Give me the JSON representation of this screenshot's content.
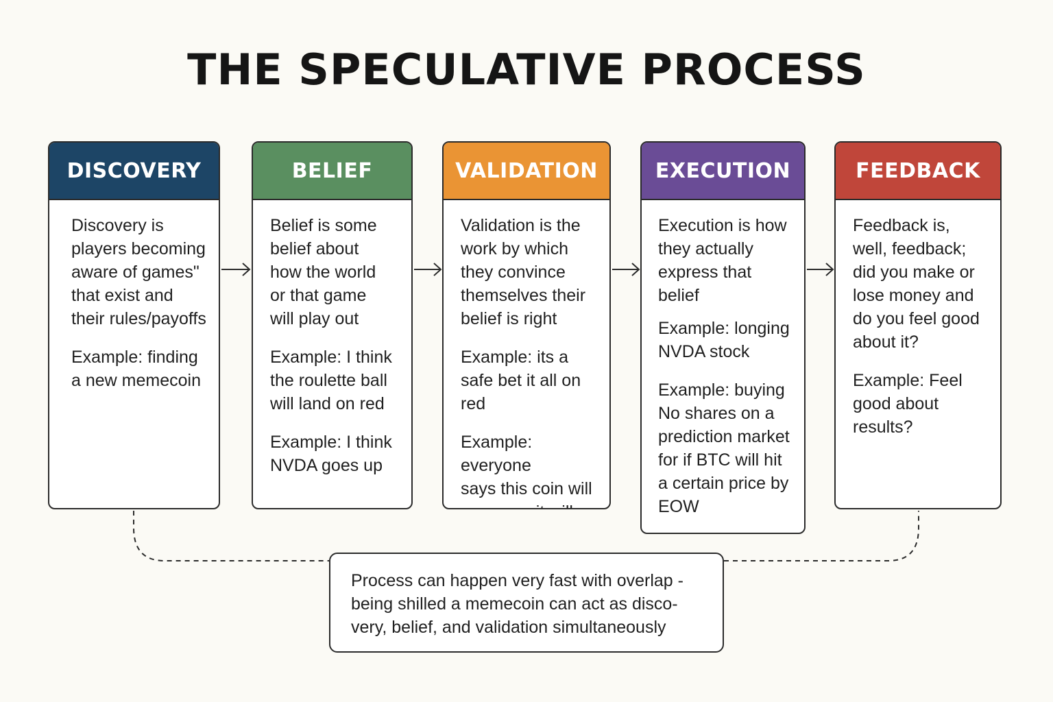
{
  "title": "THE SPECULATIVE PROCESS",
  "stages": [
    {
      "name": "DISCOVERY",
      "color": "#1d4566",
      "text": [
        "Discovery is",
        "players becoming",
        "aware of games\"",
        "that exist and",
        "their rules/payoffs"
      ],
      "examples": [
        [
          "Example: finding",
          "a new memecoin"
        ]
      ]
    },
    {
      "name": "BELIEF",
      "color": "#5a8f60",
      "text": [
        "Belief is some",
        "belief about",
        "how the world",
        "or that game",
        "will play out"
      ],
      "examples": [
        [
          "Example: I think",
          "the roulette ball",
          "will land on red"
        ],
        [
          "Example: I think",
          "NVDA goes up"
        ]
      ]
    },
    {
      "name": "VALIDATION",
      "color": "#ea9434",
      "text": [
        "Validation is the",
        "work by which",
        "they convince",
        "themselves their",
        "belief is right"
      ],
      "examples": [
        [
          "Example: its a",
          "safe bet it all on",
          "red"
        ],
        [
          "Example: everyone",
          "says this coin will",
          "go up, so it will"
        ]
      ]
    },
    {
      "name": "EXECUTION",
      "color": "#6a4c96",
      "text": [
        "Execution is how",
        "they actually",
        "express that",
        "belief"
      ],
      "examples": [
        [
          "Example: longing",
          "NVDA stock"
        ],
        [
          "Example: buying",
          "No shares on a",
          "prediction market",
          "for if BTC will hit",
          "a certain price by",
          "EOW"
        ]
      ]
    },
    {
      "name": "FEEDBACK",
      "color": "#c0463a",
      "text": [
        "Feedback is,",
        "well, feedback;",
        "did you make or",
        "lose money and",
        "do you feel good",
        "about it?"
      ],
      "examples": [
        [
          "Example: Feel",
          "good about",
          "results?"
        ]
      ]
    }
  ],
  "note": {
    "lines": [
      "Process can happen very fast with overlap -",
      "being shilled a memecoin can act as disco-",
      "very, belief, and validation simultaneously"
    ]
  }
}
